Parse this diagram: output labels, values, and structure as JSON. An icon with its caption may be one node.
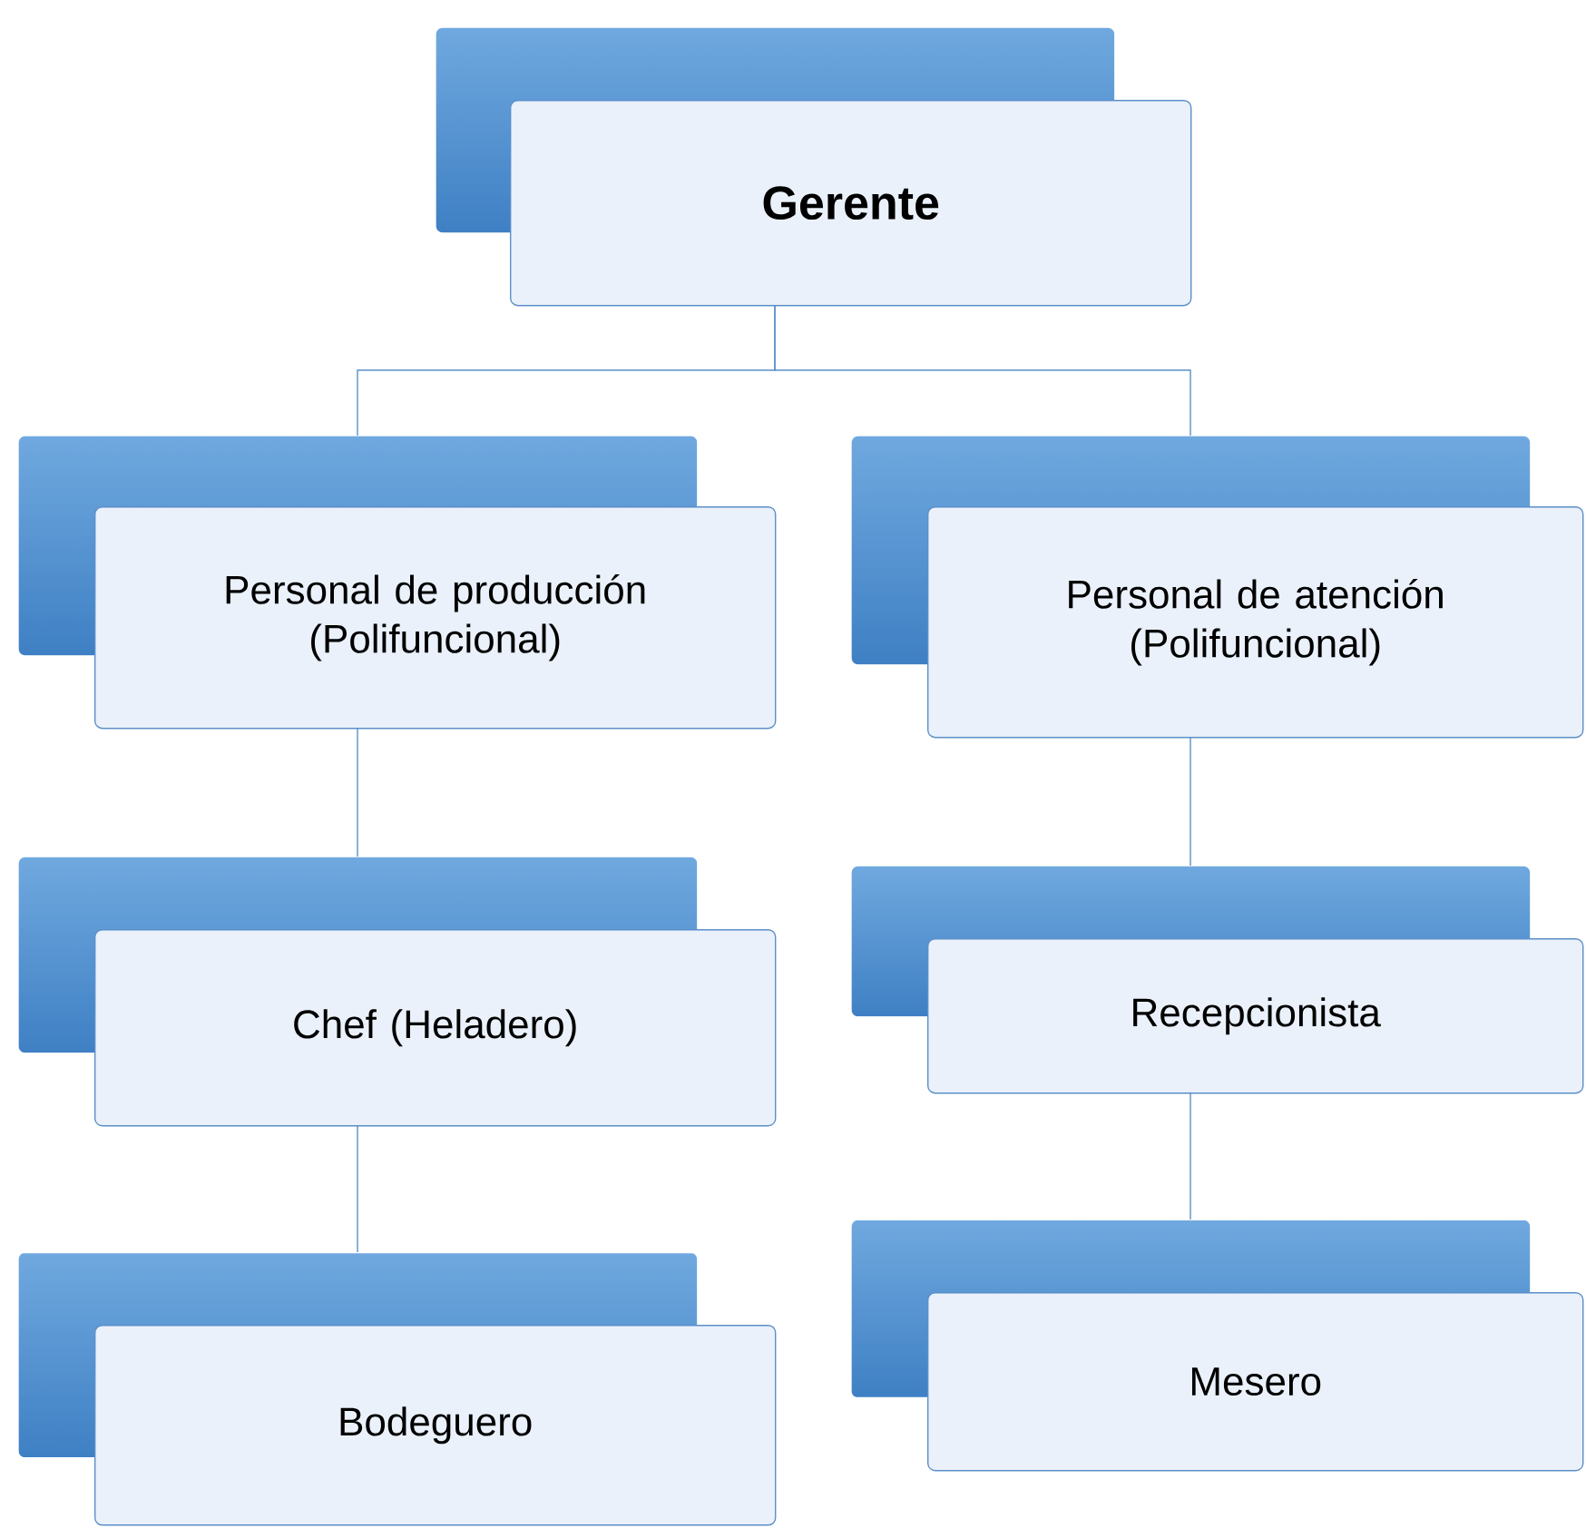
{
  "diagram": {
    "nodes": [
      {
        "text": [
          "Gerente"
        ]
      },
      {
        "text": [
          "Personal de producción (Polifuncional)"
        ]
      },
      {
        "text": [
          "Personal de atención (Polifuncional)"
        ]
      },
      {
        "text": [
          "Chef (Heladero)"
        ]
      },
      {
        "text": [
          "Recepcionista"
        ]
      },
      {
        "text": [
          "Bodeguero"
        ]
      },
      {
        "text": [
          "Mesero"
        ]
      }
    ],
    "edges": [
      {
        "from": 0,
        "to": 1,
        "arrow": "none"
      },
      {
        "from": 0,
        "to": 2,
        "arrow": "none"
      },
      {
        "from": 1,
        "to": 3,
        "arrow": "none"
      },
      {
        "from": 2,
        "to": 4,
        "arrow": "none"
      },
      {
        "from": 3,
        "to": 5,
        "arrow": "none"
      },
      {
        "from": 4,
        "to": 6,
        "arrow": "none"
      }
    ]
  }
}
